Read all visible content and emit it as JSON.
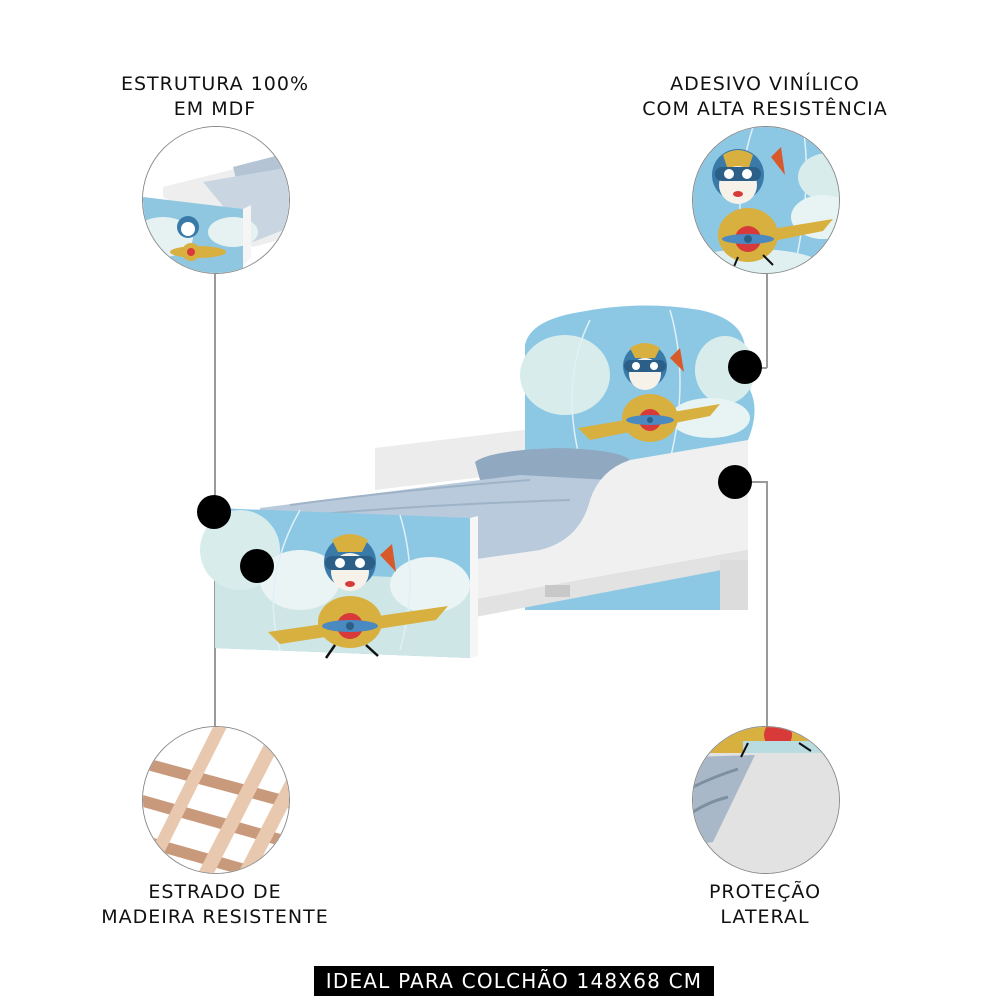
{
  "features": {
    "top_left": {
      "line1": "ESTRUTURA 100%",
      "line2": "EM MDF",
      "icon": "mdf-structure-closeup"
    },
    "top_right": {
      "line1": "ADESIVO VINÍLICO",
      "line2": "COM ALTA RESISTÊNCIA",
      "icon": "vinyl-sticker-closeup"
    },
    "bottom_left": {
      "line1": "ESTRADO DE",
      "line2": "MADEIRA RESISTENTE",
      "icon": "wooden-slats-closeup"
    },
    "bottom_right": {
      "line1": "PROTEÇÃO",
      "line2": "LATERAL",
      "icon": "side-protection-closeup"
    }
  },
  "banner": {
    "text": "IDEAL PARA COLCHÃO 148X68 CM"
  },
  "product": {
    "name": "Kids bed with aviator bear airplane print",
    "sticker_colors": {
      "sky": "#7cc0e0",
      "cloud": "#d8ecec",
      "plane": "#d8b040",
      "propeller_hub": "#d83a3a",
      "helmet": "#3a7aa8"
    },
    "frame_color": "#f0f0f0",
    "bedding_color": "#9fb3c8"
  }
}
